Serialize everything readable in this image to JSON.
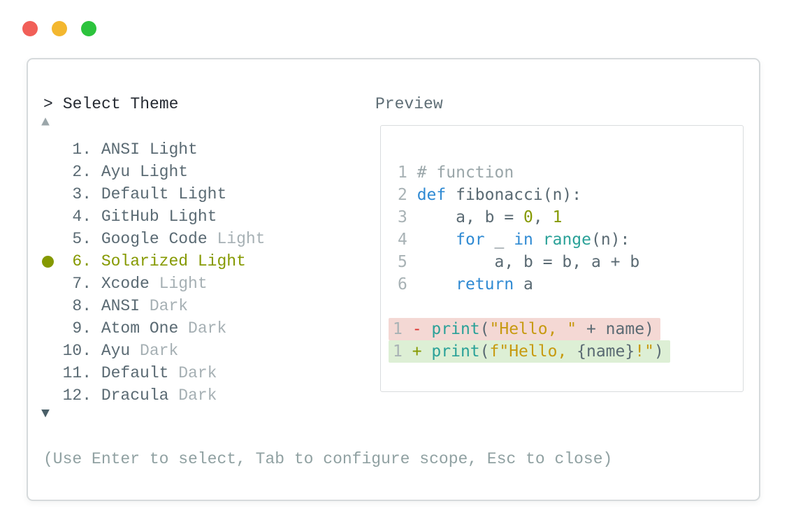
{
  "palette": {
    "tl_close": "#f15f58",
    "tl_min": "#f3b72f",
    "tl_max": "#2cc33d",
    "panel_border": "#d6dadc",
    "preview_border": "#d9dcde",
    "heading": "#262b33",
    "item": "#5a6a73",
    "item_dim": "#a6b0b4",
    "olive": "#859900",
    "help": "#90a1a2",
    "preview_label": "#5f6e76",
    "arrow_up": "#9ba6aa",
    "arrow_down": "#4a5f68",
    "ln": "#a8b2b5",
    "plain": "#5a6a73",
    "comment": "#9aa6a9",
    "kw": "#2f8ad3",
    "fn": "#2aa198",
    "str": "#c79a10",
    "numlit": "#859900",
    "minus": "#dc322f",
    "plus": "#859900",
    "removed_bg": "#f4d8d4",
    "added_bg": "#ddefd5"
  },
  "window": {
    "controls": [
      "close",
      "minimize",
      "zoom"
    ]
  },
  "picker": {
    "prompt": ">",
    "title": "Select Theme",
    "scroll_up_indicator": "▲",
    "scroll_down_indicator": "▼",
    "items": [
      {
        "num": "1",
        "name": "ANSI",
        "variant": "Light",
        "variant_dimmed": false,
        "selected": false
      },
      {
        "num": "2",
        "name": "Ayu",
        "variant": "Light",
        "variant_dimmed": false,
        "selected": false
      },
      {
        "num": "3",
        "name": "Default",
        "variant": "Light",
        "variant_dimmed": false,
        "selected": false
      },
      {
        "num": "4",
        "name": "GitHub",
        "variant": "Light",
        "variant_dimmed": false,
        "selected": false
      },
      {
        "num": "5",
        "name": "Google Code",
        "variant": "Light",
        "variant_dimmed": true,
        "selected": false
      },
      {
        "num": "6",
        "name": "Solarized",
        "variant": "Light",
        "variant_dimmed": false,
        "selected": true
      },
      {
        "num": "7",
        "name": "Xcode",
        "variant": "Light",
        "variant_dimmed": true,
        "selected": false
      },
      {
        "num": "8",
        "name": "ANSI",
        "variant": "Dark",
        "variant_dimmed": true,
        "selected": false
      },
      {
        "num": "9",
        "name": "Atom One",
        "variant": "Dark",
        "variant_dimmed": true,
        "selected": false
      },
      {
        "num": "10",
        "name": "Ayu",
        "variant": "Dark",
        "variant_dimmed": true,
        "selected": false
      },
      {
        "num": "11",
        "name": "Default",
        "variant": "Dark",
        "variant_dimmed": true,
        "selected": false
      },
      {
        "num": "12",
        "name": "Dracula",
        "variant": "Dark",
        "variant_dimmed": true,
        "selected": false
      }
    ],
    "help": "(Use Enter to select, Tab to configure scope, Esc to close)"
  },
  "preview": {
    "label": "Preview",
    "code_lines": [
      {
        "num": "1",
        "segments": [
          [
            "# function",
            "comment"
          ]
        ]
      },
      {
        "num": "2",
        "segments": [
          [
            "def",
            "kw"
          ],
          [
            " fibonacci(n):",
            "plain"
          ]
        ]
      },
      {
        "num": "3",
        "segments": [
          [
            "    a, b = ",
            "plain"
          ],
          [
            "0",
            "num"
          ],
          [
            ", ",
            "plain"
          ],
          [
            "1",
            "num"
          ]
        ]
      },
      {
        "num": "4",
        "segments": [
          [
            "    ",
            "plain"
          ],
          [
            "for",
            "kw"
          ],
          [
            " _ ",
            "plain"
          ],
          [
            "in",
            "kw"
          ],
          [
            " ",
            "plain"
          ],
          [
            "range",
            "fn"
          ],
          [
            "(n):",
            "plain"
          ]
        ]
      },
      {
        "num": "5",
        "segments": [
          [
            "        a, b = b, a + b",
            "plain"
          ]
        ]
      },
      {
        "num": "6",
        "segments": [
          [
            "    ",
            "plain"
          ],
          [
            "return",
            "kw"
          ],
          [
            " a",
            "plain"
          ]
        ]
      }
    ],
    "diff_lines": [
      {
        "num": "1",
        "type": "removed",
        "segments": [
          [
            "- ",
            "minus"
          ],
          [
            "print",
            "fn"
          ],
          [
            "(",
            "plain"
          ],
          [
            "\"Hello, \"",
            "str"
          ],
          [
            " + name)",
            "plain"
          ]
        ]
      },
      {
        "num": "1",
        "type": "added",
        "segments": [
          [
            "+ ",
            "plus"
          ],
          [
            "print",
            "fn"
          ],
          [
            "(",
            "plain"
          ],
          [
            "f\"Hello, ",
            "str"
          ],
          [
            "{name}",
            "plain"
          ],
          [
            "!\"",
            "str"
          ],
          [
            ")",
            "plain"
          ]
        ]
      }
    ]
  }
}
